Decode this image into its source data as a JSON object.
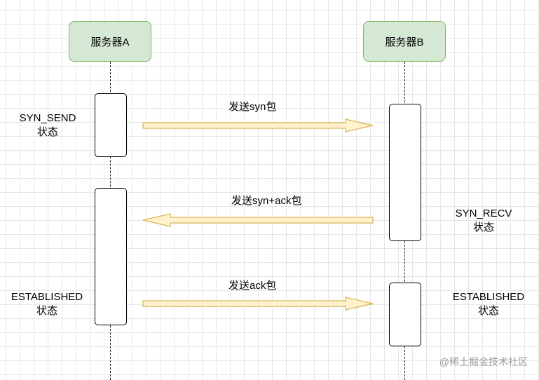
{
  "servers": {
    "a": "服务器A",
    "b": "服务器B"
  },
  "messages": {
    "syn": "发送syn包",
    "syn_ack": "发送syn+ack包",
    "ack": "发送ack包"
  },
  "states": {
    "a_syn_send": "SYN_SEND",
    "a_syn_send_suffix": "状态",
    "b_syn_recv": "SYN_RECV",
    "b_syn_recv_suffix": "状态",
    "a_established": "ESTABLISHED",
    "a_established_suffix": "状态",
    "b_established": "ESTABLISHED",
    "b_established_suffix": "状态"
  },
  "watermark": "@稀土掘金技术社区",
  "colors": {
    "server_fill": "#d5e8d4",
    "server_border": "#82b366",
    "arrow_fill": "#fff2cc",
    "arrow_border": "#d6b656"
  }
}
